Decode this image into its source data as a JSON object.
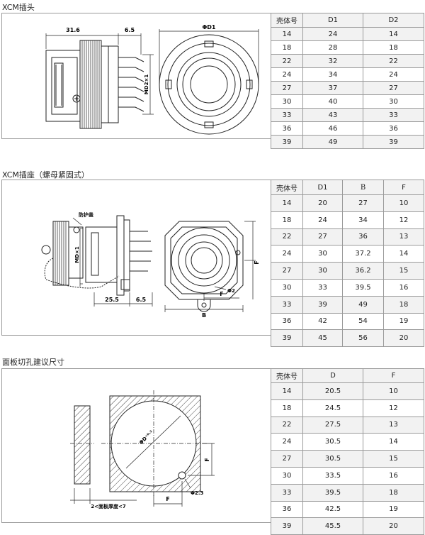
{
  "sections": [
    {
      "title": "XCM插头",
      "drawing_labels": {
        "dim_length": "31.6",
        "dim_nut": "6.5",
        "dim_diameter": "ΦD1",
        "dim_thread": "MD2×1"
      },
      "table": {
        "headers": [
          "壳体号",
          "D1",
          "D2"
        ],
        "rows": [
          [
            "14",
            "24",
            "14"
          ],
          [
            "18",
            "28",
            "18"
          ],
          [
            "22",
            "32",
            "22"
          ],
          [
            "24",
            "34",
            "24"
          ],
          [
            "27",
            "37",
            "27"
          ],
          [
            "30",
            "40",
            "30"
          ],
          [
            "33",
            "43",
            "33"
          ],
          [
            "36",
            "46",
            "36"
          ],
          [
            "39",
            "49",
            "39"
          ]
        ]
      }
    },
    {
      "title": "XCM插座（螺母紧固式）",
      "drawing_labels": {
        "dust_cover": "防护盖",
        "dim_thread": "MD×1",
        "dim_length": "25.5",
        "dim_flange": "6.5",
        "dim_b": "B",
        "dim_f_horizontal": "F",
        "dim_f_vertical": "F",
        "dim_hole": "Φ2"
      },
      "table": {
        "headers": [
          "壳体号",
          "D1",
          "B",
          "F"
        ],
        "rows": [
          [
            "14",
            "20",
            "27",
            "10"
          ],
          [
            "18",
            "24",
            "34",
            "12"
          ],
          [
            "22",
            "27",
            "36",
            "13"
          ],
          [
            "24",
            "30",
            "37.2",
            "14"
          ],
          [
            "27",
            "30",
            "36.2",
            "15"
          ],
          [
            "30",
            "33",
            "39.5",
            "16"
          ],
          [
            "33",
            "39",
            "49",
            "18"
          ],
          [
            "36",
            "42",
            "54",
            "19"
          ],
          [
            "39",
            "45",
            "56",
            "20"
          ]
        ]
      }
    },
    {
      "title": "面板切孔建议尺寸",
      "drawing_labels": {
        "dim_diameter": "ΦD⁺⁰·²",
        "dim_f_vertical": "F",
        "dim_f_horizontal": "F",
        "dim_hole": "Φ2.3",
        "dim_thickness": "2<面板厚度<7"
      },
      "table": {
        "headers": [
          "壳体号",
          "D",
          "F"
        ],
        "rows": [
          [
            "14",
            "20.5",
            "10"
          ],
          [
            "18",
            "24.5",
            "12"
          ],
          [
            "22",
            "27.5",
            "13"
          ],
          [
            "24",
            "30.5",
            "14"
          ],
          [
            "27",
            "30.5",
            "15"
          ],
          [
            "30",
            "33.5",
            "16"
          ],
          [
            "33",
            "39.5",
            "18"
          ],
          [
            "36",
            "42.5",
            "19"
          ],
          [
            "39",
            "45.5",
            "20"
          ]
        ]
      }
    }
  ]
}
